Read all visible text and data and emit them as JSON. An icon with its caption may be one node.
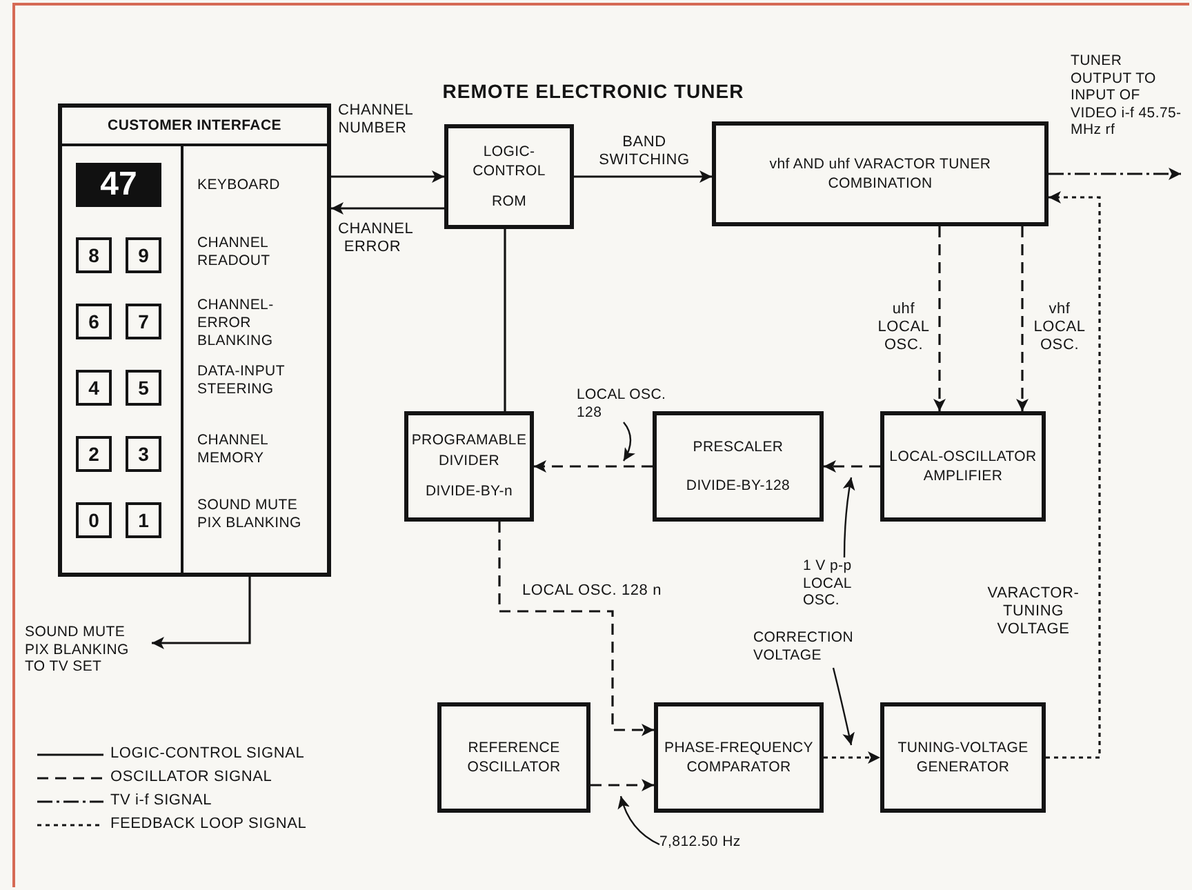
{
  "diagram": {
    "title": "REMOTE ELECTRONIC TUNER",
    "nodes": [
      {
        "text": [
          "CUSTOMER INTERFACE",
          "KEYBOARD",
          "CHANNEL READOUT",
          "CHANNEL-ERROR BLANKING",
          "DATA-INPUT STEERING",
          "CHANNEL MEMORY",
          "SOUND MUTE PIX BLANKING"
        ]
      },
      {
        "text": [
          "47"
        ],
        "in": 0
      },
      {
        "text": [
          "8"
        ],
        "in": 0
      },
      {
        "text": [
          "9"
        ],
        "in": 0
      },
      {
        "text": [
          "6"
        ],
        "in": 0
      },
      {
        "text": [
          "7"
        ],
        "in": 0
      },
      {
        "text": [
          "4"
        ],
        "in": 0
      },
      {
        "text": [
          "5"
        ],
        "in": 0
      },
      {
        "text": [
          "2"
        ],
        "in": 0
      },
      {
        "text": [
          "3"
        ],
        "in": 0
      },
      {
        "text": [
          "0"
        ],
        "in": 0
      },
      {
        "text": [
          "1"
        ],
        "in": 0
      },
      {
        "text": [
          "LOGIC-CONTROL",
          "ROM"
        ]
      },
      {
        "text": [
          "vhf AND uhf VARACTOR TUNER COMBINATION"
        ]
      },
      {
        "text": [
          "PROGRAMABLE DIVIDER",
          "DIVIDE-BY-n"
        ]
      },
      {
        "text": [
          "PRESCALER",
          "DIVIDE-BY-128"
        ]
      },
      {
        "text": [
          "LOCAL-OSCILLATOR AMPLIFIER"
        ]
      },
      {
        "text": [
          "REFERENCE OSCILLATOR"
        ]
      },
      {
        "text": [
          "PHASE-FREQUENCY COMPARATOR"
        ]
      },
      {
        "text": [
          "TUNING-VOLTAGE GENERATOR"
        ]
      },
      {
        "text": [
          "SOUND MUTE PIX BLANKING TO TV SET"
        ]
      },
      {
        "text": [
          "TUNER OUTPUT TO INPUT OF VIDEO i-f 45.75-MHz rf"
        ]
      },
      {
        "text": [
          "LOCAL OSC. 128"
        ]
      },
      {
        "text": [
          "1 V p-p LOCAL OSC."
        ]
      },
      {
        "text": [
          "CORRECTION VOLTAGE"
        ]
      },
      {
        "text": [
          "7,812.50 Hz"
        ]
      }
    ],
    "edges": [
      {
        "from": 0,
        "to": 12,
        "arrow": "to",
        "label": "CHANNEL NUMBER"
      },
      {
        "from": 12,
        "to": 0,
        "arrow": "to",
        "label": "CHANNEL ERROR"
      },
      {
        "from": 12,
        "to": 13,
        "arrow": "to",
        "label": "BAND SWITCHING"
      },
      {
        "from": 13,
        "to": 21,
        "arrow": "to",
        "style": "dashed"
      },
      {
        "from": 12,
        "to": 14,
        "arrow": "none"
      },
      {
        "from": 13,
        "to": 16,
        "arrow": "to",
        "style": "dashed",
        "label": "uhf LOCAL OSC."
      },
      {
        "from": 13,
        "to": 16,
        "arrow": "to",
        "style": "dashed",
        "label": "vhf LOCAL OSC."
      },
      {
        "from": 16,
        "to": 15,
        "arrow": "to",
        "style": "dashed"
      },
      {
        "from": 15,
        "to": 14,
        "arrow": "to",
        "style": "dashed"
      },
      {
        "from": 14,
        "to": 18,
        "arrow": "to",
        "style": "dashed",
        "label": "LOCAL OSC. 128 n"
      },
      {
        "from": 17,
        "to": 18,
        "arrow": "to",
        "style": "dashed"
      },
      {
        "from": 18,
        "to": 19,
        "arrow": "to",
        "style": "dashed"
      },
      {
        "from": 19,
        "to": 13,
        "arrow": "to",
        "style": "dashed",
        "label": "VARACTOR-TUNING VOLTAGE"
      },
      {
        "from": 0,
        "to": 20,
        "arrow": "to"
      },
      {
        "from": 22,
        "to": null,
        "arrow": "to"
      },
      {
        "from": 23,
        "to": 16,
        "arrow": "to"
      },
      {
        "from": 24,
        "to": 19,
        "arrow": "to"
      },
      {
        "from": 25,
        "to": 17,
        "arrow": "to"
      }
    ],
    "legend": [
      {
        "text": "LOGIC-CONTROL SIGNAL"
      },
      {
        "text": "OSCILLATOR SIGNAL"
      },
      {
        "text": "TV i-f SIGNAL"
      },
      {
        "text": "FEEDBACK LOOP SIGNAL"
      }
    ]
  }
}
